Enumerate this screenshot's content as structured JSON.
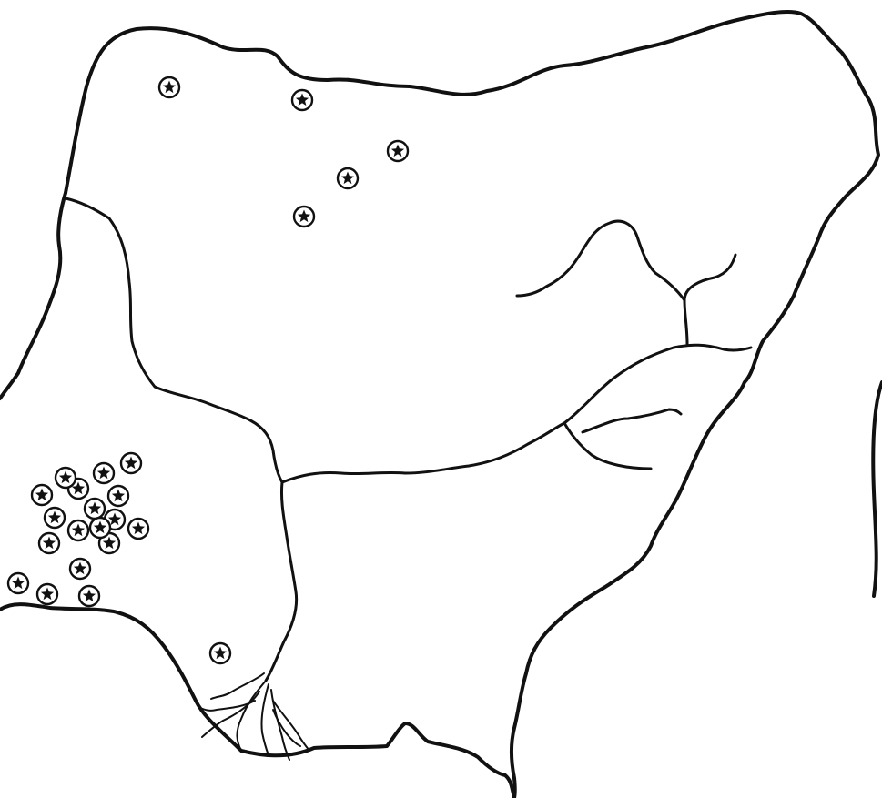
{
  "map": {
    "style": "black ink outline map on white, no printed text",
    "colors": {
      "background": "#ffffff",
      "ink": "#111111"
    },
    "markers": {
      "symbol": "circled-star-icon",
      "count": 24,
      "clusters": [
        {
          "name": "northern-cluster",
          "count": 5
        },
        {
          "name": "south-western-cluster",
          "count": 18
        },
        {
          "name": "southern-single",
          "count": 1
        }
      ]
    }
  }
}
